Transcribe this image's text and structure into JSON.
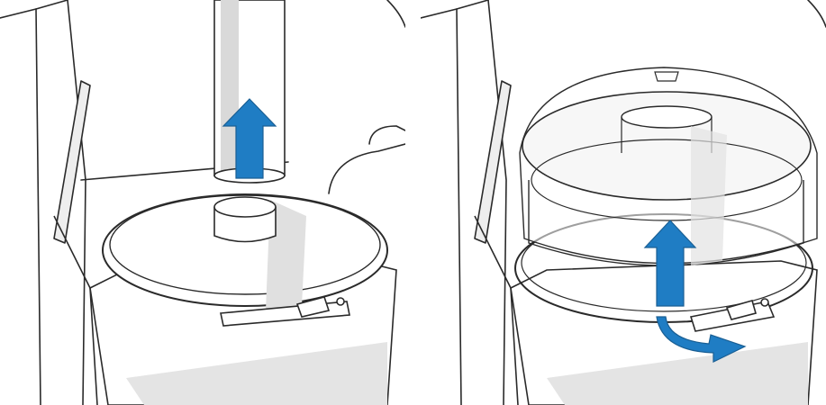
{
  "figure": {
    "panels": [
      {
        "step": "remove-dust-pipe",
        "arrow": {
          "direction": "up",
          "icon": "arrow-up-icon"
        }
      },
      {
        "step": "remove-container-lid",
        "arrows": [
          {
            "direction": "up",
            "icon": "arrow-up-icon"
          },
          {
            "direction": "rotate-clockwise",
            "icon": "rotate-arrow-icon"
          }
        ]
      }
    ],
    "colors": {
      "arrow": "#1f7dc4",
      "line": "#2a2a2a",
      "shade": "#d9d9d9",
      "background": "#ffffff"
    }
  }
}
